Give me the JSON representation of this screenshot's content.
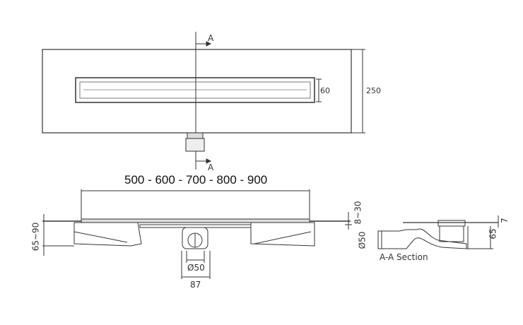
{
  "top_view": {
    "section_mark_top": "A",
    "section_mark_bottom": "A",
    "slot_width": "60",
    "total_width": "250"
  },
  "front_view": {
    "lengths": "500 - 600 - 700 - 800 - 900",
    "height_range": "65~90",
    "adjust_range": "8~30",
    "outlet_diameter": "Ø50",
    "outlet_width": "87",
    "side_diameter": "Ø50"
  },
  "section_view": {
    "height": "65",
    "top_offset": "7",
    "label": "A-A Section"
  },
  "colors": {
    "line": "#333333"
  }
}
